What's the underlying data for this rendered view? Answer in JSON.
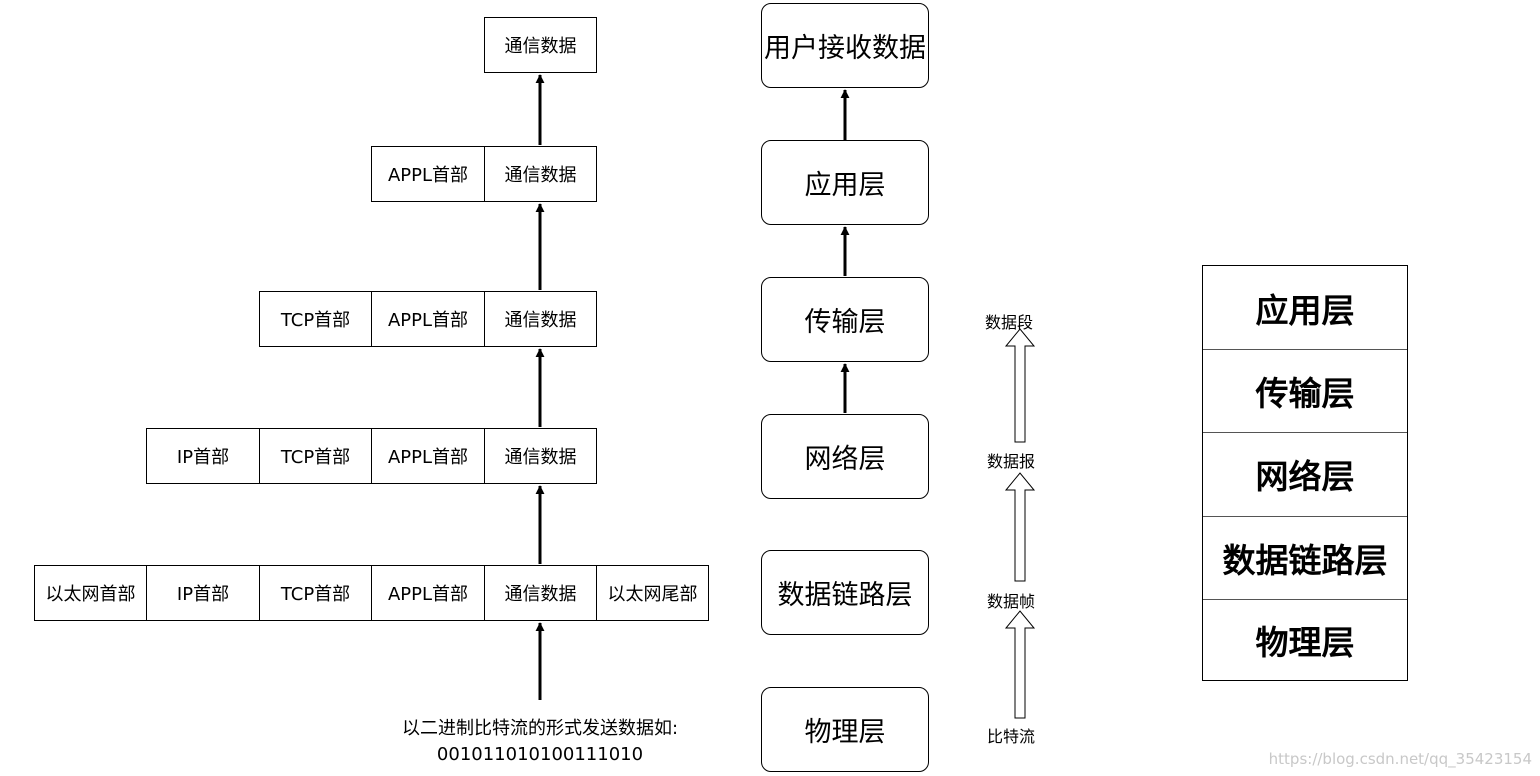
{
  "encapsulation": {
    "rows": [
      [
        "通信数据"
      ],
      [
        "APPL首部",
        "通信数据"
      ],
      [
        "TCP首部",
        "APPL首部",
        "通信数据"
      ],
      [
        "IP首部",
        "TCP首部",
        "APPL首部",
        "通信数据"
      ],
      [
        "以太网首部",
        "IP首部",
        "TCP首部",
        "APPL首部",
        "通信数据",
        "以太网尾部"
      ]
    ],
    "caption_line1": "以二进制比特流的形式发送数据如:",
    "caption_line2": "001011010100111010"
  },
  "layers_flow": {
    "top": "用户接收数据",
    "layers": [
      "应用层",
      "传输层",
      "网络层",
      "数据链路层",
      "物理层"
    ]
  },
  "pdu_labels": {
    "segment": "数据段",
    "packet": "数据报",
    "frame": "数据帧",
    "bitstream": "比特流"
  },
  "stack": [
    "应用层",
    "传输层",
    "网络层",
    "数据链路层",
    "物理层"
  ],
  "watermark": "https://blog.csdn.net/qq_35423154"
}
